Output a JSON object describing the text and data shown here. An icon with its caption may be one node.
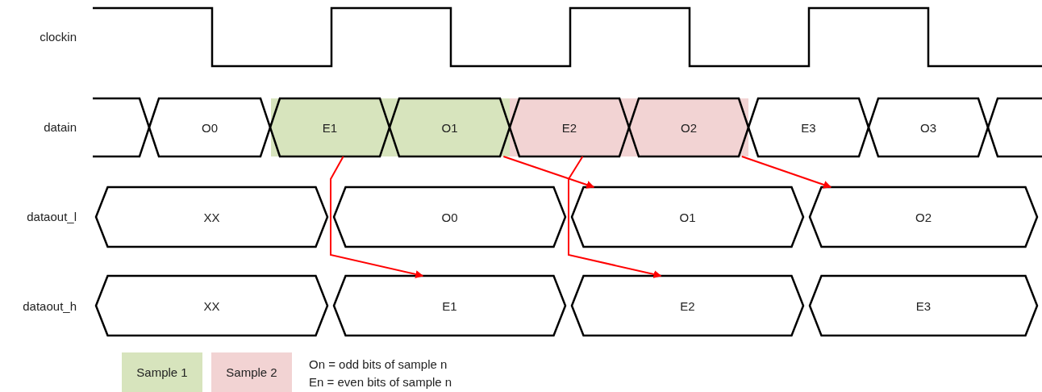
{
  "diagram": {
    "nodes": [
      {
        "text": [
          "O0"
        ]
      },
      {
        "text": [
          "E1"
        ]
      },
      {
        "text": [
          "O1"
        ]
      },
      {
        "text": [
          "E2"
        ]
      },
      {
        "text": [
          "O2"
        ]
      },
      {
        "text": [
          "E3"
        ]
      },
      {
        "text": [
          "O3"
        ]
      },
      {
        "text": [
          "XX"
        ]
      },
      {
        "text": [
          "O0"
        ]
      },
      {
        "text": [
          "O1"
        ]
      },
      {
        "text": [
          "O2"
        ]
      },
      {
        "text": [
          "XX"
        ]
      },
      {
        "text": [
          "E1"
        ]
      },
      {
        "text": [
          "E2"
        ]
      },
      {
        "text": [
          "E3"
        ]
      }
    ],
    "edges": [
      {
        "from": 1,
        "to": 12,
        "arrow": "to"
      },
      {
        "from": 2,
        "to": 9,
        "arrow": "to"
      },
      {
        "from": 3,
        "to": 13,
        "arrow": "to"
      },
      {
        "from": 4,
        "to": 10,
        "arrow": "to"
      }
    ],
    "labels": [
      "clockin",
      "datain",
      "dataout_l",
      "dataout_h",
      "On = odd bits of sample n",
      "En = even bits of sample n"
    ],
    "legend": [
      {
        "text": "Sample 1",
        "color": "#d7e4bd"
      },
      {
        "text": "Sample 2",
        "color": "#f2d3d3"
      }
    ]
  }
}
